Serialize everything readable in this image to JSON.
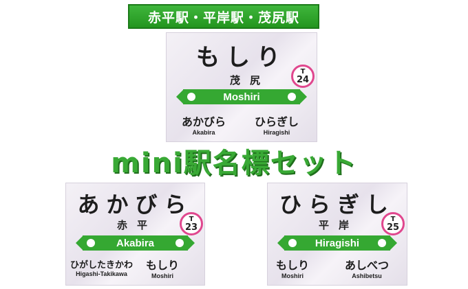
{
  "banner": {
    "text": "赤平駅・平岸駅・茂尻駅"
  },
  "promo": {
    "text": "mini駅名標セット"
  },
  "colors": {
    "green": "#35a832",
    "badge_ring": "#e0478e",
    "text": "#1d1d1d"
  },
  "signs": {
    "top": {
      "name": "もしり",
      "kanji": "茂尻",
      "badge_line": "T",
      "badge_num": "24",
      "romaji": "Moshiri",
      "left_kana": "あかびら",
      "left_romaji": "Akabira",
      "right_kana": "ひらぎし",
      "right_romaji": "Hiragishi"
    },
    "left": {
      "name": "あかびら",
      "kanji": "赤平",
      "badge_line": "T",
      "badge_num": "23",
      "romaji": "Akabira",
      "left_kana": "ひがしたきかわ",
      "left_romaji": "Higashi-Takikawa",
      "right_kana": "もしり",
      "right_romaji": "Moshiri"
    },
    "right": {
      "name": "ひらぎし",
      "kanji": "平岸",
      "badge_line": "T",
      "badge_num": "25",
      "romaji": "Hiragishi",
      "left_kana": "もしり",
      "left_romaji": "Moshiri",
      "right_kana": "あしべつ",
      "right_romaji": "Ashibetsu"
    }
  }
}
